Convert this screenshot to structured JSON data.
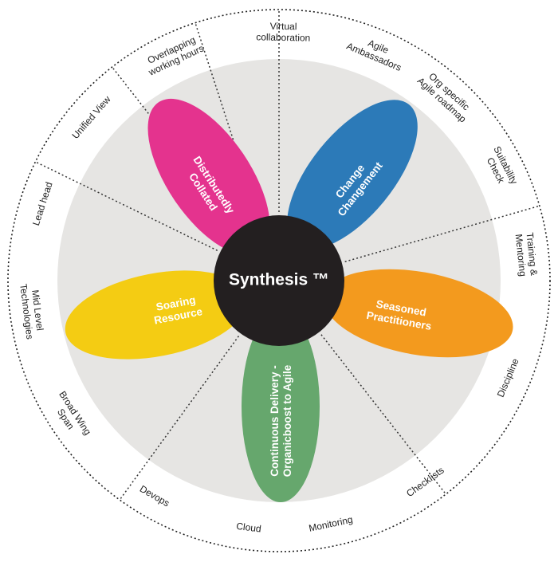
{
  "center": {
    "label": "Synthesis ™",
    "color": "#231f20"
  },
  "background": {
    "disc_color": "#e6e5e3",
    "ring_color": "#222222",
    "divider_color": "#333333"
  },
  "petals": [
    {
      "id": "distributedly-collated",
      "lines": [
        "Distributedly",
        "Collated"
      ],
      "color": "#e4338e"
    },
    {
      "id": "change-changement",
      "lines": [
        "Change",
        "Changement"
      ],
      "color": "#2c7ab8"
    },
    {
      "id": "seasoned-practitioners",
      "lines": [
        "Seasoned",
        "Practitioners"
      ],
      "color": "#f39a1e"
    },
    {
      "id": "continuous-delivery",
      "lines": [
        "Continuous Delivery -",
        "Organicboost to Agile"
      ],
      "color": "#66a76d"
    },
    {
      "id": "soaring-resource",
      "lines": [
        "Soaring",
        "Resource"
      ],
      "color": "#f4cc13"
    }
  ],
  "outer_labels": [
    {
      "id": "virtual-collaboration",
      "lines": [
        "Virtual",
        "collaboration"
      ]
    },
    {
      "id": "agile-ambassadors",
      "lines": [
        "Agile",
        "Ambassadors"
      ]
    },
    {
      "id": "org-specific-agile-roadmap",
      "lines": [
        "Org specific",
        "Agile roadmap"
      ]
    },
    {
      "id": "suitability-check",
      "lines": [
        "Suitability",
        "Check"
      ]
    },
    {
      "id": "training-mentoring",
      "lines": [
        "Training &",
        "Mentoring"
      ]
    },
    {
      "id": "discipline",
      "lines": [
        "Discipline"
      ]
    },
    {
      "id": "checklists",
      "lines": [
        "Checklists"
      ]
    },
    {
      "id": "monitoring",
      "lines": [
        "Monitoring"
      ]
    },
    {
      "id": "cloud",
      "lines": [
        "Cloud"
      ]
    },
    {
      "id": "devops",
      "lines": [
        "Devops"
      ]
    },
    {
      "id": "broad-wing-span",
      "lines": [
        "Broad Wing",
        "Span"
      ]
    },
    {
      "id": "mid-level-technologies",
      "lines": [
        "Mid Level",
        "Technologies"
      ]
    },
    {
      "id": "lead-head",
      "lines": [
        "Lead head"
      ]
    },
    {
      "id": "unified-view",
      "lines": [
        "Unified View"
      ]
    },
    {
      "id": "overlapping-working-hours",
      "lines": [
        "Overlapping",
        "working hours"
      ]
    }
  ]
}
